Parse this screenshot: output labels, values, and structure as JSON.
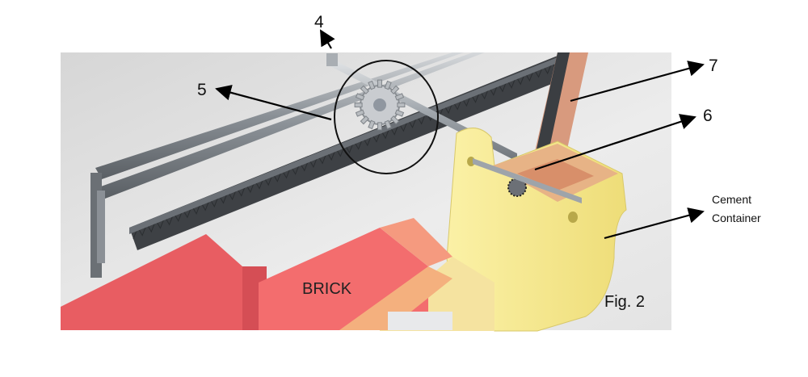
{
  "labels": {
    "part_4": "4",
    "part_5": "5",
    "part_6": "6",
    "part_7": "7",
    "cement_line1": "Cement",
    "cement_line2": "Container",
    "brick": "BRICK",
    "figure": "Fig. 2"
  },
  "colors": {
    "background_render": "#e2e2e2",
    "brick": "#f36d6e",
    "container": "#f7eb8e",
    "rack": "#3e4145",
    "rail": "#9aa0a6",
    "copper_rack": "#d89a7e",
    "arrow": "#000000"
  }
}
